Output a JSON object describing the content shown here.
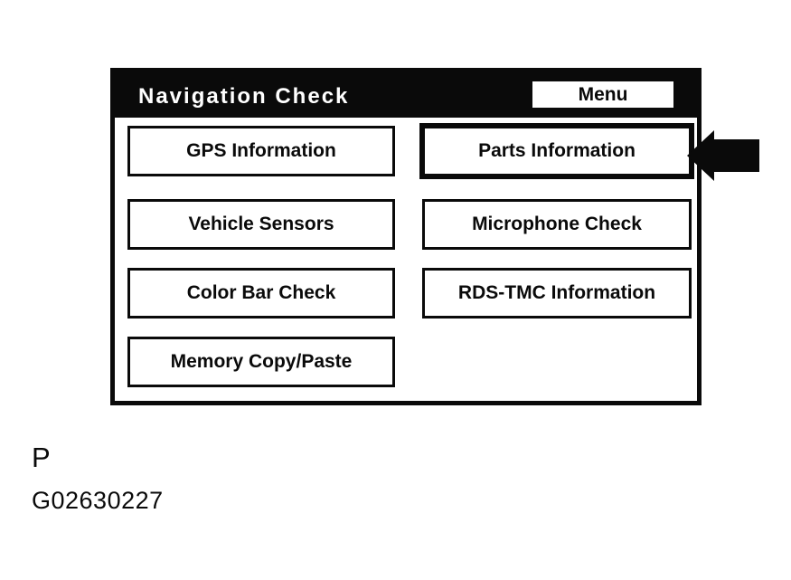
{
  "window": {
    "title": "Navigation Check",
    "menu_label": "Menu"
  },
  "buttons": [
    {
      "label": "GPS Information",
      "selected": false
    },
    {
      "label": "Parts Information",
      "selected": true
    },
    {
      "label": "Vehicle Sensors",
      "selected": false
    },
    {
      "label": "Microphone Check",
      "selected": false
    },
    {
      "label": "Color Bar Check",
      "selected": false
    },
    {
      "label": "RDS-TMC Information",
      "selected": false
    },
    {
      "label": "Memory Copy/Paste",
      "selected": false
    }
  ],
  "pointer": {
    "icon": "arrow-left-icon",
    "points_at": "Parts Information",
    "color": "#0a0a0a"
  },
  "caption": {
    "page_letter": "P",
    "figure_number": "G02630227"
  },
  "colors": {
    "background": "#ffffff",
    "titlebar_bg": "#0a0a0a",
    "titlebar_text": "#ffffff",
    "button_bg": "#ffffff",
    "button_text": "#0a0a0a"
  }
}
